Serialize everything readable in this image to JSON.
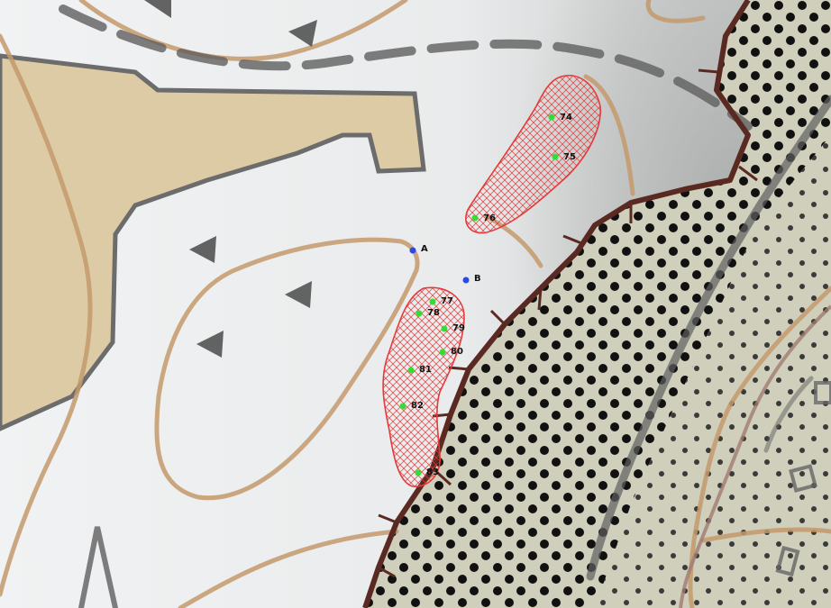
{
  "map": {
    "colors": {
      "terrain_light": "#eef0f1",
      "terrain_shadow": "#b9bcbf",
      "open_land": "#dccba4",
      "forest_fill": "#c9c9b6",
      "contour": "#c49a6c",
      "cliff_line": "#5a2a22",
      "road": "#606060",
      "polygon_stroke": "#e53a3a",
      "point_green": "#33dd33",
      "point_blue": "#2a48e8"
    },
    "reference_points": [
      {
        "label": "A"
      },
      {
        "label": "B"
      }
    ],
    "control_points": [
      {
        "label": "74"
      },
      {
        "label": "75"
      },
      {
        "label": "76"
      },
      {
        "label": "77"
      },
      {
        "label": "78"
      },
      {
        "label": "79"
      },
      {
        "label": "80"
      },
      {
        "label": "81"
      },
      {
        "label": "82"
      },
      {
        "label": "83"
      }
    ],
    "icons": {
      "symbol": "triangle-symbol-icon"
    }
  }
}
